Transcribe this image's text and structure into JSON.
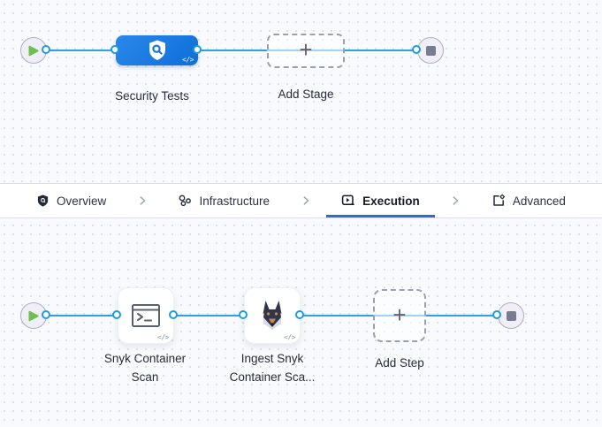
{
  "colors": {
    "stage_blue": "#1678dd",
    "line_blue": "#2aa2e4",
    "active_tab_underline": "#2d6fc8",
    "play_green": "#6cc04f"
  },
  "stage_pipeline": {
    "stage_label": "Security Tests",
    "stage_code_badge": "</>",
    "add_stage_label": "Add Stage",
    "add_stage_plus": "+"
  },
  "tabs": {
    "items": [
      {
        "label": "Overview",
        "icon": "shield-icon",
        "active": false
      },
      {
        "label": "Infrastructure",
        "icon": "infrastructure-nodes-icon",
        "active": false
      },
      {
        "label": "Execution",
        "icon": "play-window-icon",
        "active": true
      },
      {
        "label": "Advanced",
        "icon": "template-gear-icon",
        "active": false
      }
    ]
  },
  "step_pipeline": {
    "steps": [
      {
        "label_line1": "Snyk Container",
        "label_line2": "Scan",
        "icon": "terminal-icon",
        "code_badge": "</>"
      },
      {
        "label_line1": "Ingest Snyk",
        "label_line2": "Container Sca...",
        "icon": "doberman-icon",
        "code_badge": "</>"
      }
    ],
    "add_step_label": "Add Step",
    "add_step_plus": "+"
  }
}
